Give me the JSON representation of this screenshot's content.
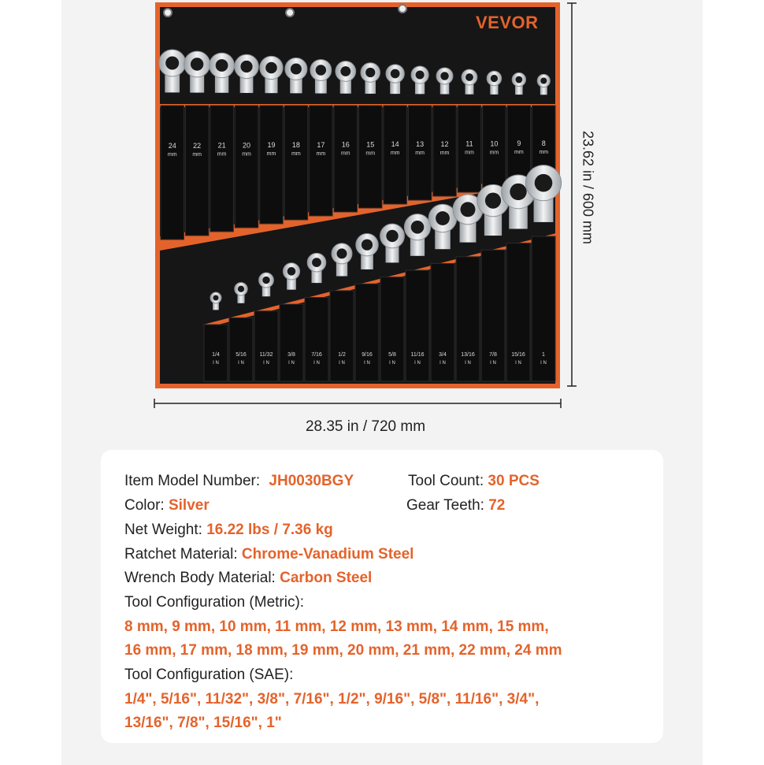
{
  "brand": "VEVOR",
  "dimensions": {
    "height": "23.62 in / 600 mm",
    "width": "28.35 in / 720 mm"
  },
  "metric_sizes": [
    "24",
    "22",
    "21",
    "20",
    "19",
    "18",
    "17",
    "16",
    "15",
    "14",
    "13",
    "12",
    "11",
    "10",
    "9",
    "8"
  ],
  "metric_unit": "mm",
  "sae_sizes": [
    "1/4",
    "5/16",
    "11/32",
    "3/8",
    "7/16",
    "1/2",
    "9/16",
    "5/8",
    "11/16",
    "3/4",
    "13/16",
    "7/8",
    "15/16",
    "1"
  ],
  "sae_unit": "I N",
  "specs": {
    "model_label": "Item Model Number:",
    "model_value": "JH0030BGY",
    "count_label": "Tool Count:",
    "count_value": "30 PCS",
    "color_label": "Color:",
    "color_value": "Silver",
    "teeth_label": "Gear Teeth:",
    "teeth_value": "72",
    "weight_label": "Net Weight:",
    "weight_value": "16.22 lbs / 7.36 kg",
    "ratchet_label": "Ratchet Material:",
    "ratchet_value": "Chrome-Vanadium Steel",
    "body_label": "Wrench Body Material:",
    "body_value": "Carbon Steel",
    "metric_config_label": "Tool Configuration (Metric):",
    "metric_config_line1": "8 mm, 9 mm, 10 mm, 11 mm, 12 mm, 13 mm, 14 mm, 15 mm,",
    "metric_config_line2": "16 mm, 17 mm, 18 mm, 19 mm, 20 mm, 21 mm, 22 mm, 24 mm",
    "sae_config_label": "Tool Configuration (SAE):",
    "sae_config_line1": "1/4\", 5/16\", 11/32\", 3/8\", 7/16\", 1/2\", 9/16\", 5/8\", 11/16\", 3/4\",",
    "sae_config_line2": "13/16\", 7/8\", 15/16\", 1\""
  },
  "colors": {
    "accent": "#e4632b",
    "roll_fabric": "#141414",
    "metal": "#d9dcdf"
  }
}
